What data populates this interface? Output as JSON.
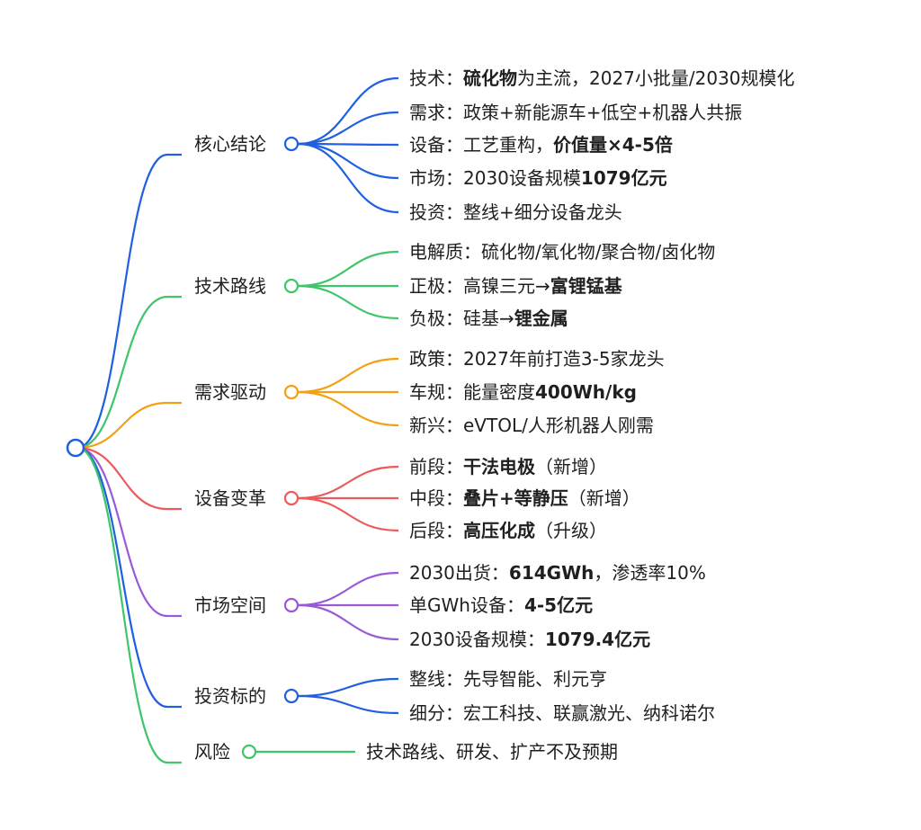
{
  "colors": {
    "blue": "#1f5fe0",
    "green": "#3fc56a",
    "orange": "#f5a012",
    "red": "#ec5b5b",
    "purple": "#9a5ad8"
  },
  "branches": [
    {
      "label": "核心结论",
      "color": "#1f5fe0",
      "leaves": [
        [
          {
            "t": "技术：",
            "b": false
          },
          {
            "t": "硫化物",
            "b": true
          },
          {
            "t": "为主流，2027小批量/2030规模化",
            "b": false
          }
        ],
        [
          {
            "t": "需求：政策+新能源车+低空+机器人共振",
            "b": false
          }
        ],
        [
          {
            "t": "设备：工艺重构，",
            "b": false
          },
          {
            "t": "价值量×4-5倍",
            "b": true
          }
        ],
        [
          {
            "t": "市场：2030设备规模",
            "b": false
          },
          {
            "t": "1079亿元",
            "b": true
          }
        ],
        [
          {
            "t": "投资：整线+细分设备龙头",
            "b": false
          }
        ]
      ]
    },
    {
      "label": "技术路线",
      "color": "#3fc56a",
      "leaves": [
        [
          {
            "t": "电解质：硫化物/氧化物/聚合物/卤化物",
            "b": false
          }
        ],
        [
          {
            "t": "正极：高镍三元→",
            "b": false
          },
          {
            "t": "富锂锰基",
            "b": true
          }
        ],
        [
          {
            "t": "负极：硅基→",
            "b": false
          },
          {
            "t": "锂金属",
            "b": true
          }
        ]
      ]
    },
    {
      "label": "需求驱动",
      "color": "#f5a012",
      "leaves": [
        [
          {
            "t": "政策：2027年前打造3-5家龙头",
            "b": false
          }
        ],
        [
          {
            "t": "车规：能量密度",
            "b": false
          },
          {
            "t": "400Wh/kg",
            "b": true
          }
        ],
        [
          {
            "t": "新兴：eVTOL/人形机器人刚需",
            "b": false
          }
        ]
      ]
    },
    {
      "label": "设备变革",
      "color": "#ec5b5b",
      "leaves": [
        [
          {
            "t": "前段：",
            "b": false
          },
          {
            "t": "干法电极",
            "b": true
          },
          {
            "t": "（新增）",
            "b": false
          }
        ],
        [
          {
            "t": "中段：",
            "b": false
          },
          {
            "t": "叠片+等静压",
            "b": true
          },
          {
            "t": "（新增）",
            "b": false
          }
        ],
        [
          {
            "t": "后段：",
            "b": false
          },
          {
            "t": "高压化成",
            "b": true
          },
          {
            "t": "（升级）",
            "b": false
          }
        ]
      ]
    },
    {
      "label": "市场空间",
      "color": "#9a5ad8",
      "leaves": [
        [
          {
            "t": "2030出货：",
            "b": false
          },
          {
            "t": "614GWh",
            "b": true
          },
          {
            "t": "，渗透率10%",
            "b": false
          }
        ],
        [
          {
            "t": "单GWh设备：",
            "b": false
          },
          {
            "t": "4-5亿元",
            "b": true
          }
        ],
        [
          {
            "t": "2030设备规模：",
            "b": false
          },
          {
            "t": "1079.4亿元",
            "b": true
          }
        ]
      ]
    },
    {
      "label": "投资标的",
      "color": "#1f5fe0",
      "leaves": [
        [
          {
            "t": "整线：先导智能、利元亨",
            "b": false
          }
        ],
        [
          {
            "t": "细分：宏工科技、联赢激光、纳科诺尔",
            "b": false
          }
        ]
      ]
    },
    {
      "label": "风险",
      "color": "#3fc56a",
      "leaves": [
        [
          {
            "t": "技术路线、研发、扩产不及预期",
            "b": false
          }
        ]
      ]
    }
  ]
}
